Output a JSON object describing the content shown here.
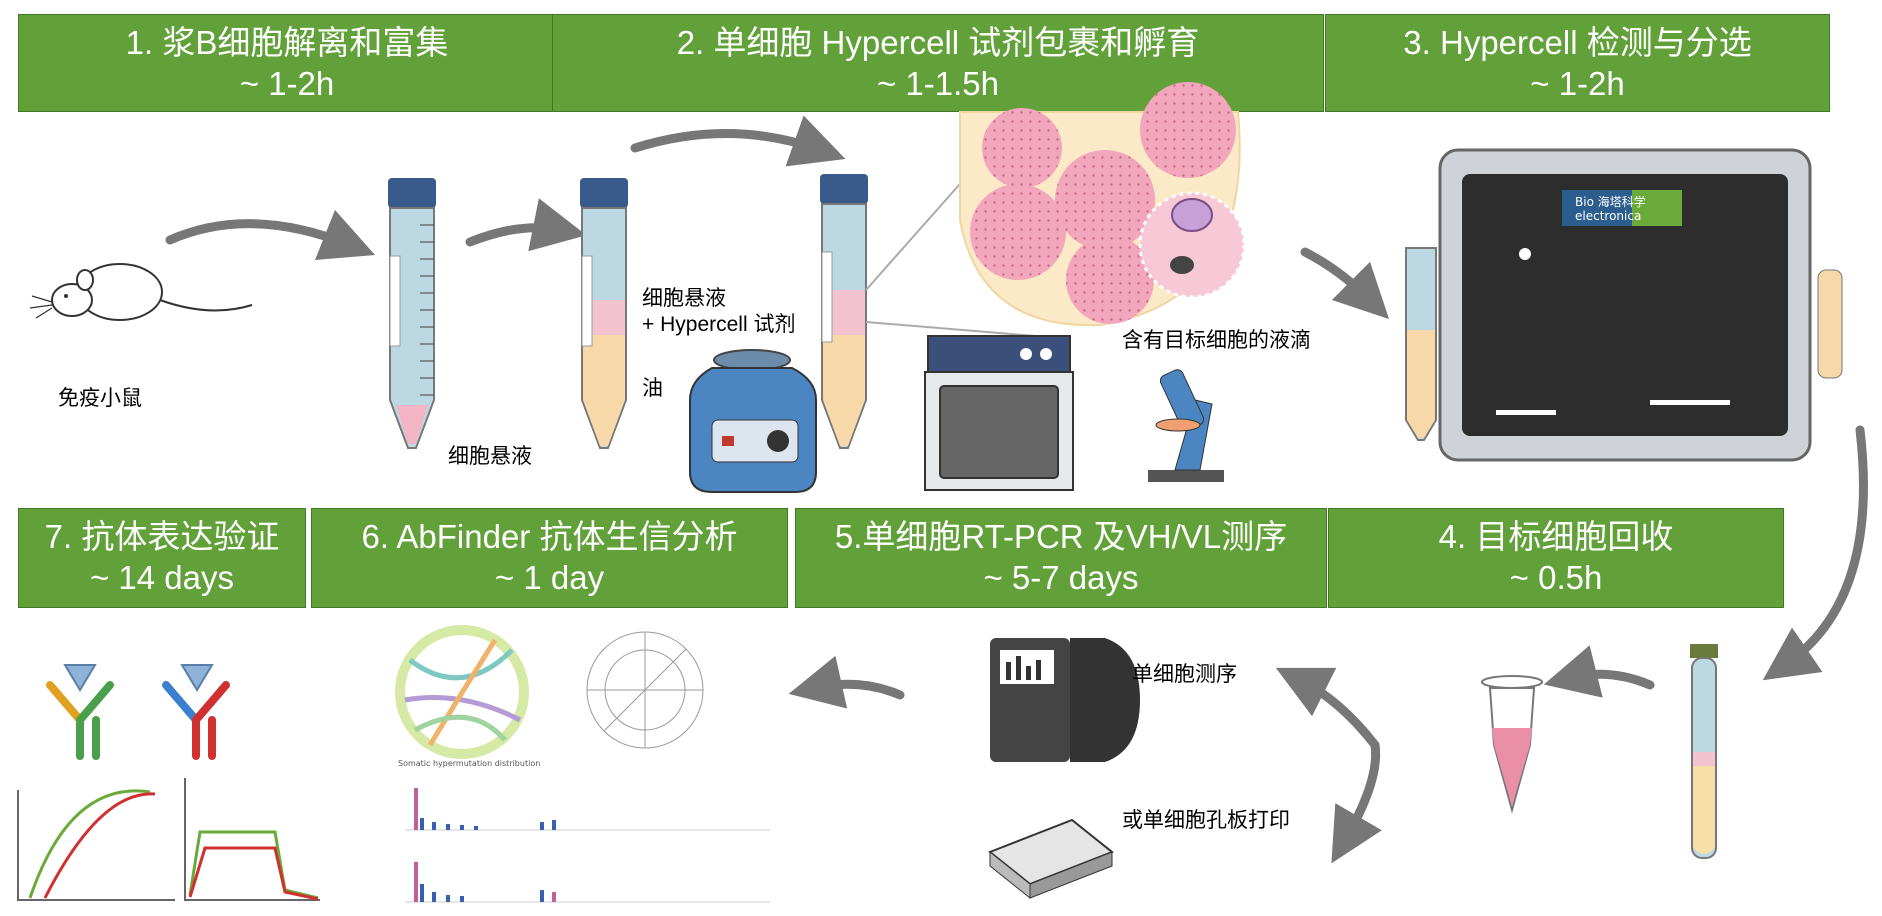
{
  "steps": [
    {
      "title": "1.  浆B细胞解离和富集",
      "time": "~ 1-2h"
    },
    {
      "title": "2. 单细胞 Hypercell  试剂包裹和孵育",
      "time": "~ 1-1.5h"
    },
    {
      "title": "3. Hypercell   检测与分选",
      "time": "~ 1-2h"
    },
    {
      "title": "4. 目标细胞回收",
      "time": "~ 0.5h"
    },
    {
      "title": "5.单细胞RT-PCR 及VH/VL测序",
      "time": "~ 5-7 days"
    },
    {
      "title": "6. AbFinder    抗体生信分析",
      "time": "~ 1 day"
    },
    {
      "title": "7. 抗体表达验证",
      "time": "~ 14 days"
    }
  ],
  "labels": {
    "mouse": "免疫小鼠",
    "cell_suspension": "细胞悬液",
    "cell_suspension_reagent": "细胞悬液",
    "reagent": "+ Hypercell 试剂",
    "oil": "油",
    "droplet": "含有目标细胞的液滴",
    "sc_seq": "单细胞测序",
    "sc_plate": "或单细胞孔板打印"
  },
  "device": {
    "brand_line1": "Bio 海塔科学",
    "brand_line2": "electronica"
  },
  "chart_titles": {
    "shm": "Somatic hypermutation distribution"
  },
  "colors": {
    "step_green": "#62a13a",
    "arrow_gray": "#777777",
    "tube_blue": "#bcd9e3",
    "tube_orange": "#f7d8a8",
    "pink": "#e8a0b4"
  }
}
